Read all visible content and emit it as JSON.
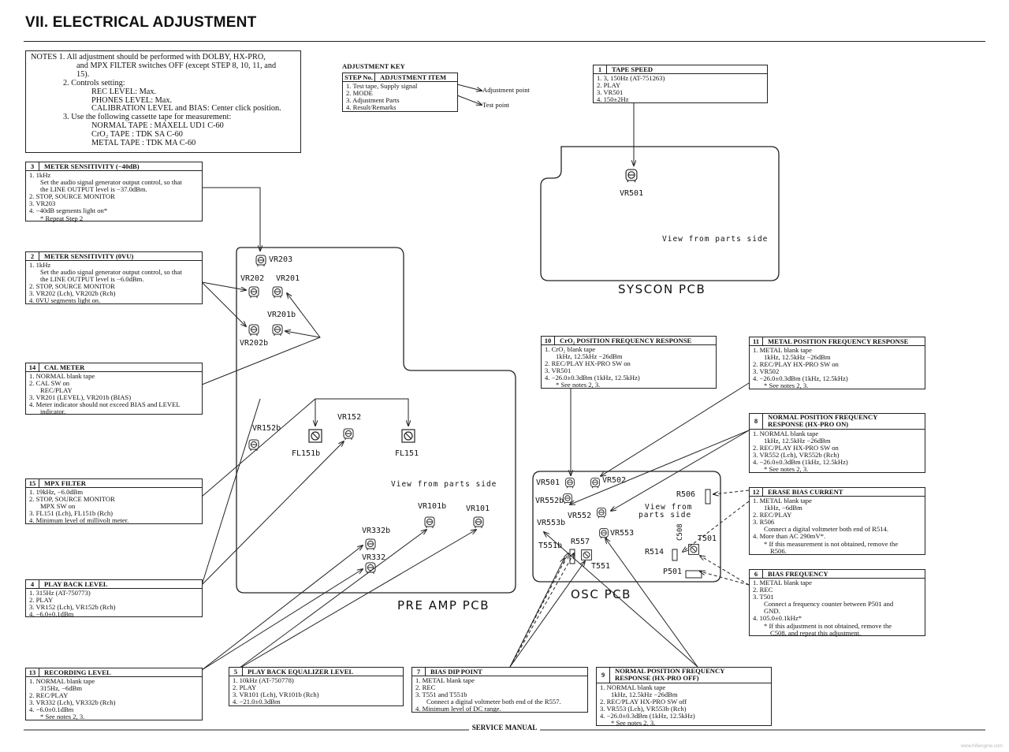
{
  "title": "VII. ELECTRICAL ADJUSTMENT",
  "notes": [
    "NOTES  1.  All adjustment should be performed with DOLBY, HX-PRO,",
    "and MPX FILTER switches OFF (except STEP 8, 10, 11, and",
    "15).",
    "2.  Controls setting:",
    "REC LEVEL: Max.",
    "PHONES LEVEL: Max.",
    "CALIBRATION LEVEL and BIAS: Center click position.",
    "3.  Use the following cassette tape for measurement:",
    "NORMAL TAPE :  MAXELL UD1  C-60",
    "CrO₂ TAPE       :  TDK         SA   C-60",
    "METAL TAPE    :  TDK         MA   C-60"
  ],
  "key": {
    "heading": "ADJUSTMENT KEY",
    "col1": "STEP No.",
    "col2": "ADJUSTMENT ITEM",
    "items": [
      "1.  Test tape, Supply signal",
      "2.  MODE",
      "3.  Adjustment Parts",
      "4.  Result/Remarks"
    ],
    "adj_point": "Adjustment point",
    "test_point": "Test point"
  },
  "boxes": {
    "s1": {
      "num": "1",
      "title": "TAPE SPEED",
      "lines": [
        "1.  3, 150Hz (AT-751263)",
        "2.  PLAY",
        "3.  VR501",
        "4.  150±2Hz"
      ]
    },
    "s3": {
      "num": "3",
      "title": "METER SENSITIVITY (−40dB)",
      "lines": [
        "1.  1kHz",
        "Set the audio signal generator output control, so that",
        "the LINE OUTPUT level is −37.0dBm.",
        "2.  STOP, SOURCE MONITOR",
        "3.  VR203",
        "4.  −40dB segments light on*",
        "* Repeat Step 2"
      ]
    },
    "s2": {
      "num": "2",
      "title": "METER SENSITIVITY (0VU)",
      "lines": [
        "1.  1kHz",
        "Set the audio signal generator output control, so that",
        "the LINE OUTPUT level is −6.0dBm.",
        "2.  STOP, SOURCE MONITOR",
        "3.  VR202 (Lch), VR202b (Rch)",
        "4.  0VU segments light on."
      ]
    },
    "s14": {
      "num": "14",
      "title": "CAL METER",
      "lines": [
        "1.  NORMAL blank tape",
        "2.  CAL SW on",
        "REC/PLAY",
        "3.  VR201 (LEVEL), VR201b (BIAS)",
        "4.  Meter indicator should not exceed BIAS and LEVEL",
        "indicator."
      ]
    },
    "s15": {
      "num": "15",
      "title": "MPX FILTER",
      "lines": [
        "1.  19kHz, −6.0dBm",
        "2.  STOP, SOURCE MONITOR",
        "MPX SW on",
        "3.  FL151 (Lch), FL151b (Rch)",
        "4.  Minimum level of millivolt meter."
      ]
    },
    "s4": {
      "num": "4",
      "title": "PLAY BACK LEVEL",
      "lines": [
        "1.  315Hz (AT-750773)",
        "2.  PLAY",
        "3.  VR152 (Lch), VR152b (Rch)",
        "4.  −6.0±0.1dBm"
      ]
    },
    "s13": {
      "num": "13",
      "title": "RECORDING LEVEL",
      "lines": [
        "1.  NORMAL blank tape",
        "315Hz, −6dBm",
        "2.  REC/PLAY",
        "3.  VR332 (Lch), VR332b (Rch)",
        "4.  −6.0±0.1dBm",
        "* See notes 2, 3."
      ]
    },
    "s5": {
      "num": "5",
      "title": "PLAY BACK EQUALIZER LEVEL",
      "lines": [
        "1.  10kHz (AT-750778)",
        "2.  PLAY",
        "3.  VR101 (Lch), VR101b (Rch)",
        "4.  −21.0±0.3dBm"
      ]
    },
    "s7": {
      "num": "7",
      "title": "BIAS DIP POINT",
      "lines": [
        "1.  METAL blank tape",
        "2.  REC",
        "3.  T551 and T551b",
        "Connect a digital voltmeter both end of the R557.",
        "4.  Minimum level of DC range."
      ]
    },
    "s9": {
      "num": "9",
      "title": "NORMAL POSITION FREQUENCY",
      "title2": "RESPONSE (HX-PRO OFF)",
      "lines": [
        "1.  NORMAL blank tape",
        "1kHz, 12.5kHz −26dBm",
        "2.  REC/PLAY HX-PRO SW off",
        "3.  VR553 (Lch), VR553b (Rch)",
        "4.  −26.0±0.3dBm (1kHz, 12.5kHz)",
        "* See notes 2, 3."
      ]
    },
    "s10": {
      "num": "10",
      "title": "CrO₂ POSITION FREQUENCY RESPONSE",
      "lines": [
        "1.  CrO₂ blank tape",
        "1kHz, 12.5kHz −26dBm",
        "2.  REC/PLAY HX-PRO SW on",
        "3.  VR501",
        "4.  −26.0±0.3dBm (1kHz, 12.5kHz)",
        "* See notes 2, 3."
      ]
    },
    "s11": {
      "num": "11",
      "title": "METAL POSITION FREQUENCY RESPONSE",
      "lines": [
        "1.  METAL blank tape",
        "1kHz, 12.5kHz −26dBm",
        "2.  REC/PLAY HX-PRO SW on",
        "3.  VR502",
        "4.  −26.0±0.3dBm (1kHz, 12.5kHz)",
        "* See notes 2, 3."
      ]
    },
    "s8": {
      "num": "8",
      "title": "NORMAL POSITION FREQUENCY",
      "title2": "RESPONSE (HX-PRO ON)",
      "lines": [
        "1.  NORMAL blank tape",
        "1kHz, 12.5kHz −26dBm",
        "2.  REC/PLAY HX-PRO SW on",
        "3.  VR552 (Lch), VR552b (Rch)",
        "4.  −26.0±0.3dBm (1kHz, 12.5kHz)",
        "* See notes 2, 3."
      ]
    },
    "s12": {
      "num": "12",
      "title": "ERASE BIAS CURRENT",
      "lines": [
        "1.  METAL blank tape",
        "1kHz, −6dBm",
        "2.  REC/PLAY",
        "3.  R506",
        "Connect a digital voltmeter both end of R514.",
        "4.  More than AC 290mV*.",
        "* If this measurement is not obtained, remove the",
        "R506."
      ]
    },
    "s6": {
      "num": "6",
      "title": "BIAS FREQUENCY",
      "lines": [
        "1.  METAL blank tape",
        "2.  REC",
        "3.  T501",
        "Connect a frequency counter between P501 and",
        "GND.",
        "4.  105.0±0.1kHz*",
        "* If this adjustment is not obtained, remove the",
        "C508, and repeat this adjustment."
      ]
    }
  },
  "pcb": {
    "syscon": "SYSCON PCB",
    "preamp": "PRE AMP PCB",
    "osc": "OSC PCB"
  },
  "view_text": {
    "syscon": "View from  parts side",
    "preamp": "View from  parts side",
    "osc1": "View from",
    "osc2": "parts side"
  },
  "parts": {
    "vr501_sys": "VR501",
    "vr203": "VR203",
    "vr202": "VR202",
    "vr201": "VR201",
    "vr201b": "VR201b",
    "vr202b": "VR202b",
    "vr152b": "VR152b",
    "fl151b": "FL151b",
    "vr152": "VR152",
    "fl151": "FL151",
    "vr101b": "VR101b",
    "vr101": "VR101",
    "vr332b": "VR332b",
    "vr332": "VR332",
    "vr501": "VR501",
    "vr502": "VR502",
    "vr552b": "VR552b",
    "vr552": "VR552",
    "vr553b": "VR553b",
    "vr553": "VR553",
    "t551b": "T551b",
    "r557": "R557",
    "t551": "T551",
    "r506": "R506",
    "r514": "R514",
    "c508": "C508",
    "t501": "T501",
    "p501": "P501"
  },
  "footer": "SERVICE MANUAL",
  "watermark": "www.hifiengine.com"
}
